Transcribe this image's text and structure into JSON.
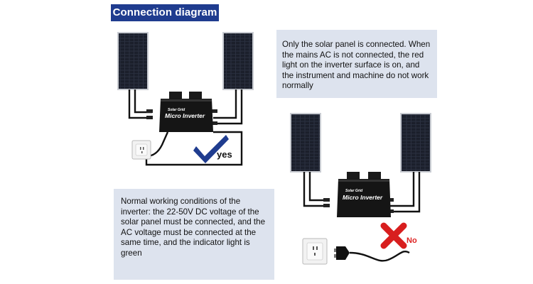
{
  "header": {
    "title": "Connection diagram"
  },
  "note_top": {
    "text": "Only the solar panel is connected. When the mains AC is not connected, the red light on the inverter surface is on, and the instrument and machine do not work normally"
  },
  "note_bottom": {
    "text": "Normal working conditions of the inverter: the 22-50V DC voltage of the solar panel must be connected, and the AC voltage must be connected at the same time, and the indicator light is green"
  },
  "inverter": {
    "brand": "Solar Grid",
    "model": "Micro Inverter"
  },
  "labels": {
    "yes": "yes",
    "no": "No"
  },
  "colors": {
    "header_bg": "#1f3c8f",
    "note_bg": "#dde3ee",
    "check": "#1f3c8f",
    "cross": "#d81e1e"
  }
}
